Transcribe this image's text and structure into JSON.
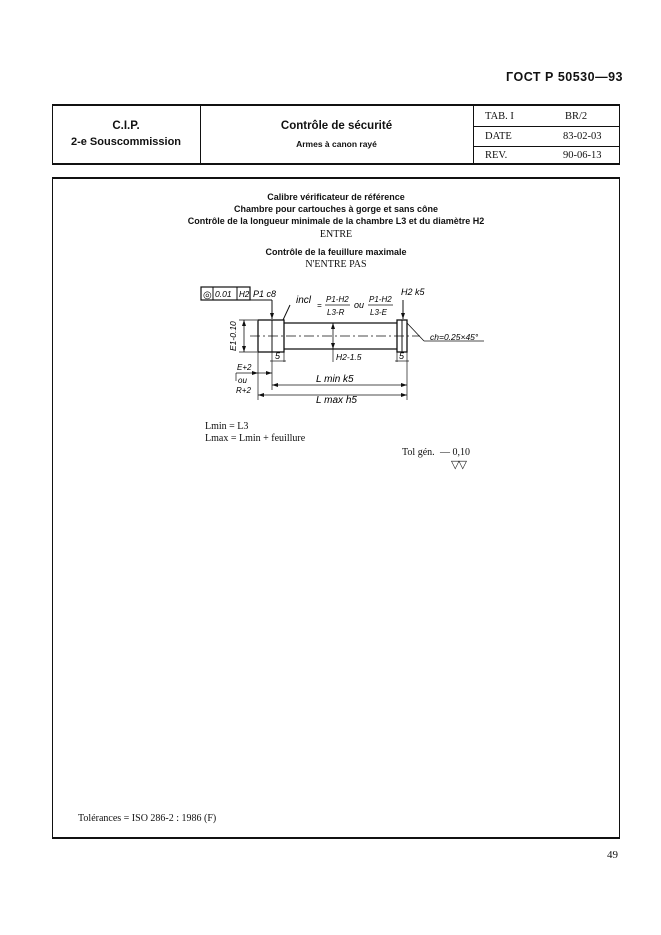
{
  "standard_ref": "ГОСТ Р  50530—93",
  "header": {
    "org": "C.I.P.",
    "commission": "2-e Souscommission",
    "title": "Contrôle de sécurité",
    "subtitle": "Armes à canon rayé",
    "meta": [
      {
        "label": "TAB. I",
        "value": "BR/2"
      },
      {
        "label": "DATE",
        "value": "83-02-03"
      },
      {
        "label": "REV.",
        "value": "90-06-13"
      }
    ]
  },
  "body": {
    "lines": [
      "Calibre vérificateur de référence",
      "Chambre pour cartouches à gorge et sans cône",
      "Contrôle de la longueur minimale de la chambre L3 et du diamètre H2"
    ],
    "entre": "ENTRE",
    "feuillure_line": "Contrôle de la feuillure maximale",
    "nentre": "N'ENTRE PAS"
  },
  "drawing": {
    "tolerance_frame": [
      "◎",
      "0.01",
      "H2"
    ],
    "p1_c8": "P1 c8",
    "incl": "incl",
    "eq_sign": "=",
    "frac1_num": "P1-H2",
    "frac1_den": "L3-R",
    "ou_mid": "ou",
    "frac2_num": "P1-H2",
    "frac2_den": "L3-E",
    "h2_k5": "H2 k5",
    "e1": "E1-0.10",
    "dim_5_left": "5",
    "dim_5_right": "5",
    "h2_minus": "H2-1.5",
    "chamfer": "ch=0.25×45°",
    "e_plus": "E+2",
    "ou_left": "ou",
    "r_plus": "R+2",
    "lmin": "L min k5",
    "lmax": "L max h5"
  },
  "formulas": {
    "lmin": "Lmin = L3",
    "lmax": "Lmax = Lmin + feuillure"
  },
  "tol_gen": {
    "label": "Tol gén.",
    "value": "— 0,10",
    "marks": "▽▽"
  },
  "tolerances_note": "Tolérances = ISO 286-2 : 1986 (F)",
  "page_number": "49"
}
